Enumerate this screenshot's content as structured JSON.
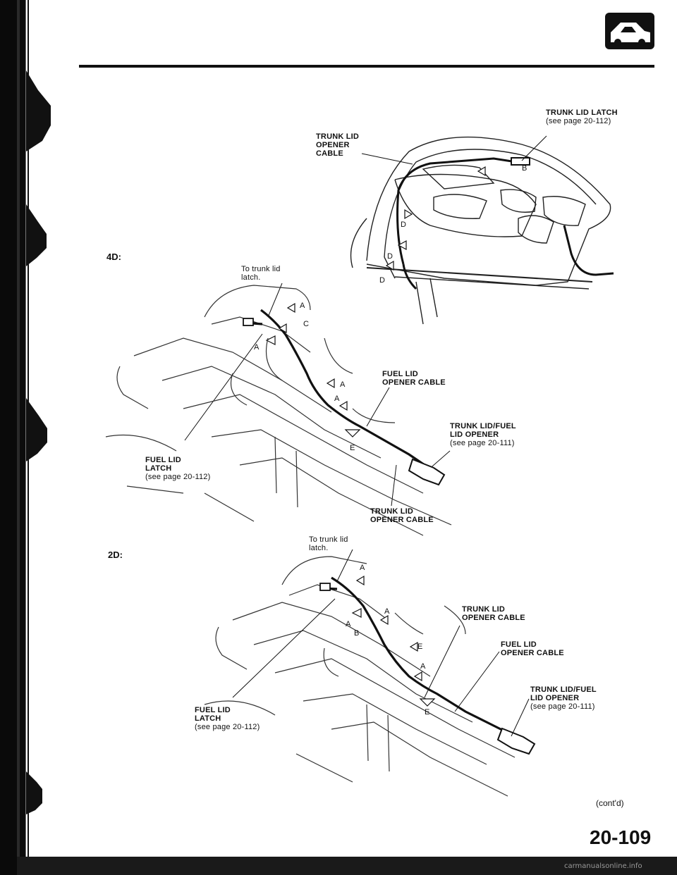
{
  "section_4d": {
    "label": "4D:"
  },
  "section_2d": {
    "label": "2D:"
  },
  "labels_4d": {
    "trunk_lid_latch": {
      "title": "TRUNK LID LATCH",
      "ref": "(see page 20-112)"
    },
    "trunk_lid_opener_cable_top": {
      "line1": "TRUNK LID",
      "line2": "OPENER",
      "line3": "CABLE"
    },
    "to_trunk_lid_latch": {
      "line1": "To trunk lid",
      "line2": "latch."
    },
    "fuel_lid_opener_cable": {
      "line1": "FUEL LID",
      "line2": "OPENER CABLE"
    },
    "trunk_fuel_lid_opener": {
      "line1": "TRUNK LID/FUEL",
      "line2": "LID OPENER",
      "ref": "(see page 20-111)"
    },
    "fuel_lid_latch": {
      "line1": "FUEL LID",
      "line2": "LATCH",
      "ref": "(see page 20-112)"
    },
    "trunk_lid_opener_cable_bottom": {
      "line1": "TRUNK LID",
      "line2": "OPENER CABLE"
    }
  },
  "labels_2d": {
    "to_trunk_lid_latch": {
      "line1": "To trunk lid",
      "line2": "latch."
    },
    "trunk_lid_opener_cable": {
      "line1": "TRUNK LID",
      "line2": "OPENER CABLE"
    },
    "fuel_lid_opener_cable": {
      "line1": "FUEL LID",
      "line2": "OPENER CABLE"
    },
    "trunk_fuel_lid_opener": {
      "line1": "TRUNK LID/FUEL",
      "line2": "LID OPENER",
      "ref": "(see page 20-111)"
    },
    "fuel_lid_latch": {
      "line1": "FUEL LID",
      "line2": "LATCH",
      "ref": "(see page 20-112)"
    }
  },
  "clip_letters": {
    "a": "A",
    "b": "B",
    "c": "C",
    "d": "D",
    "e": "E"
  },
  "continued": "(cont'd)",
  "page_number": "20-109",
  "footer_url": "carmanualsonline.info"
}
